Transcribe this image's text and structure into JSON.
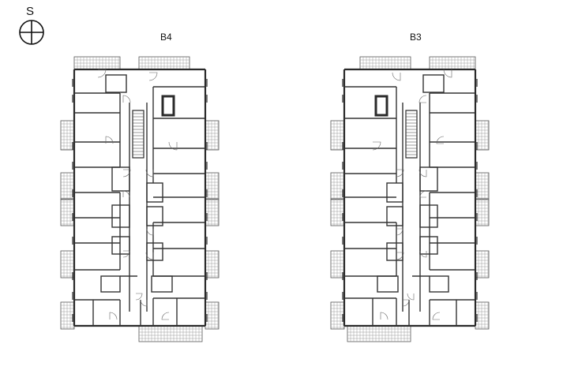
{
  "compass": {
    "letter": "S"
  },
  "buildings": [
    {
      "label": "B4"
    },
    {
      "label": "B3"
    }
  ]
}
